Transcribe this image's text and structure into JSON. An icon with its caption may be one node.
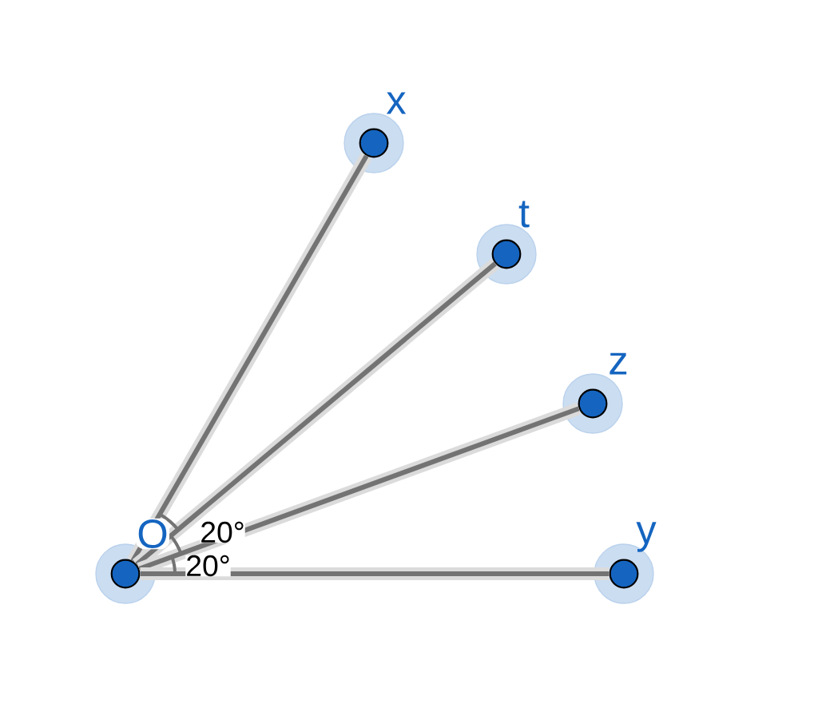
{
  "diagram": {
    "nodes": [
      {
        "text": [
          "O"
        ]
      },
      {
        "text": [
          "x"
        ]
      },
      {
        "text": [
          "t"
        ]
      },
      {
        "text": [
          "z"
        ]
      },
      {
        "text": [
          "y"
        ]
      }
    ],
    "edges": [
      {
        "from": 0,
        "to": 1,
        "arrow": "none"
      },
      {
        "from": 0,
        "to": 2,
        "arrow": "none"
      },
      {
        "from": 0,
        "to": 3,
        "arrow": "none"
      },
      {
        "from": 0,
        "to": 4,
        "arrow": "none"
      }
    ],
    "labels": [
      "20°",
      "20°"
    ]
  }
}
